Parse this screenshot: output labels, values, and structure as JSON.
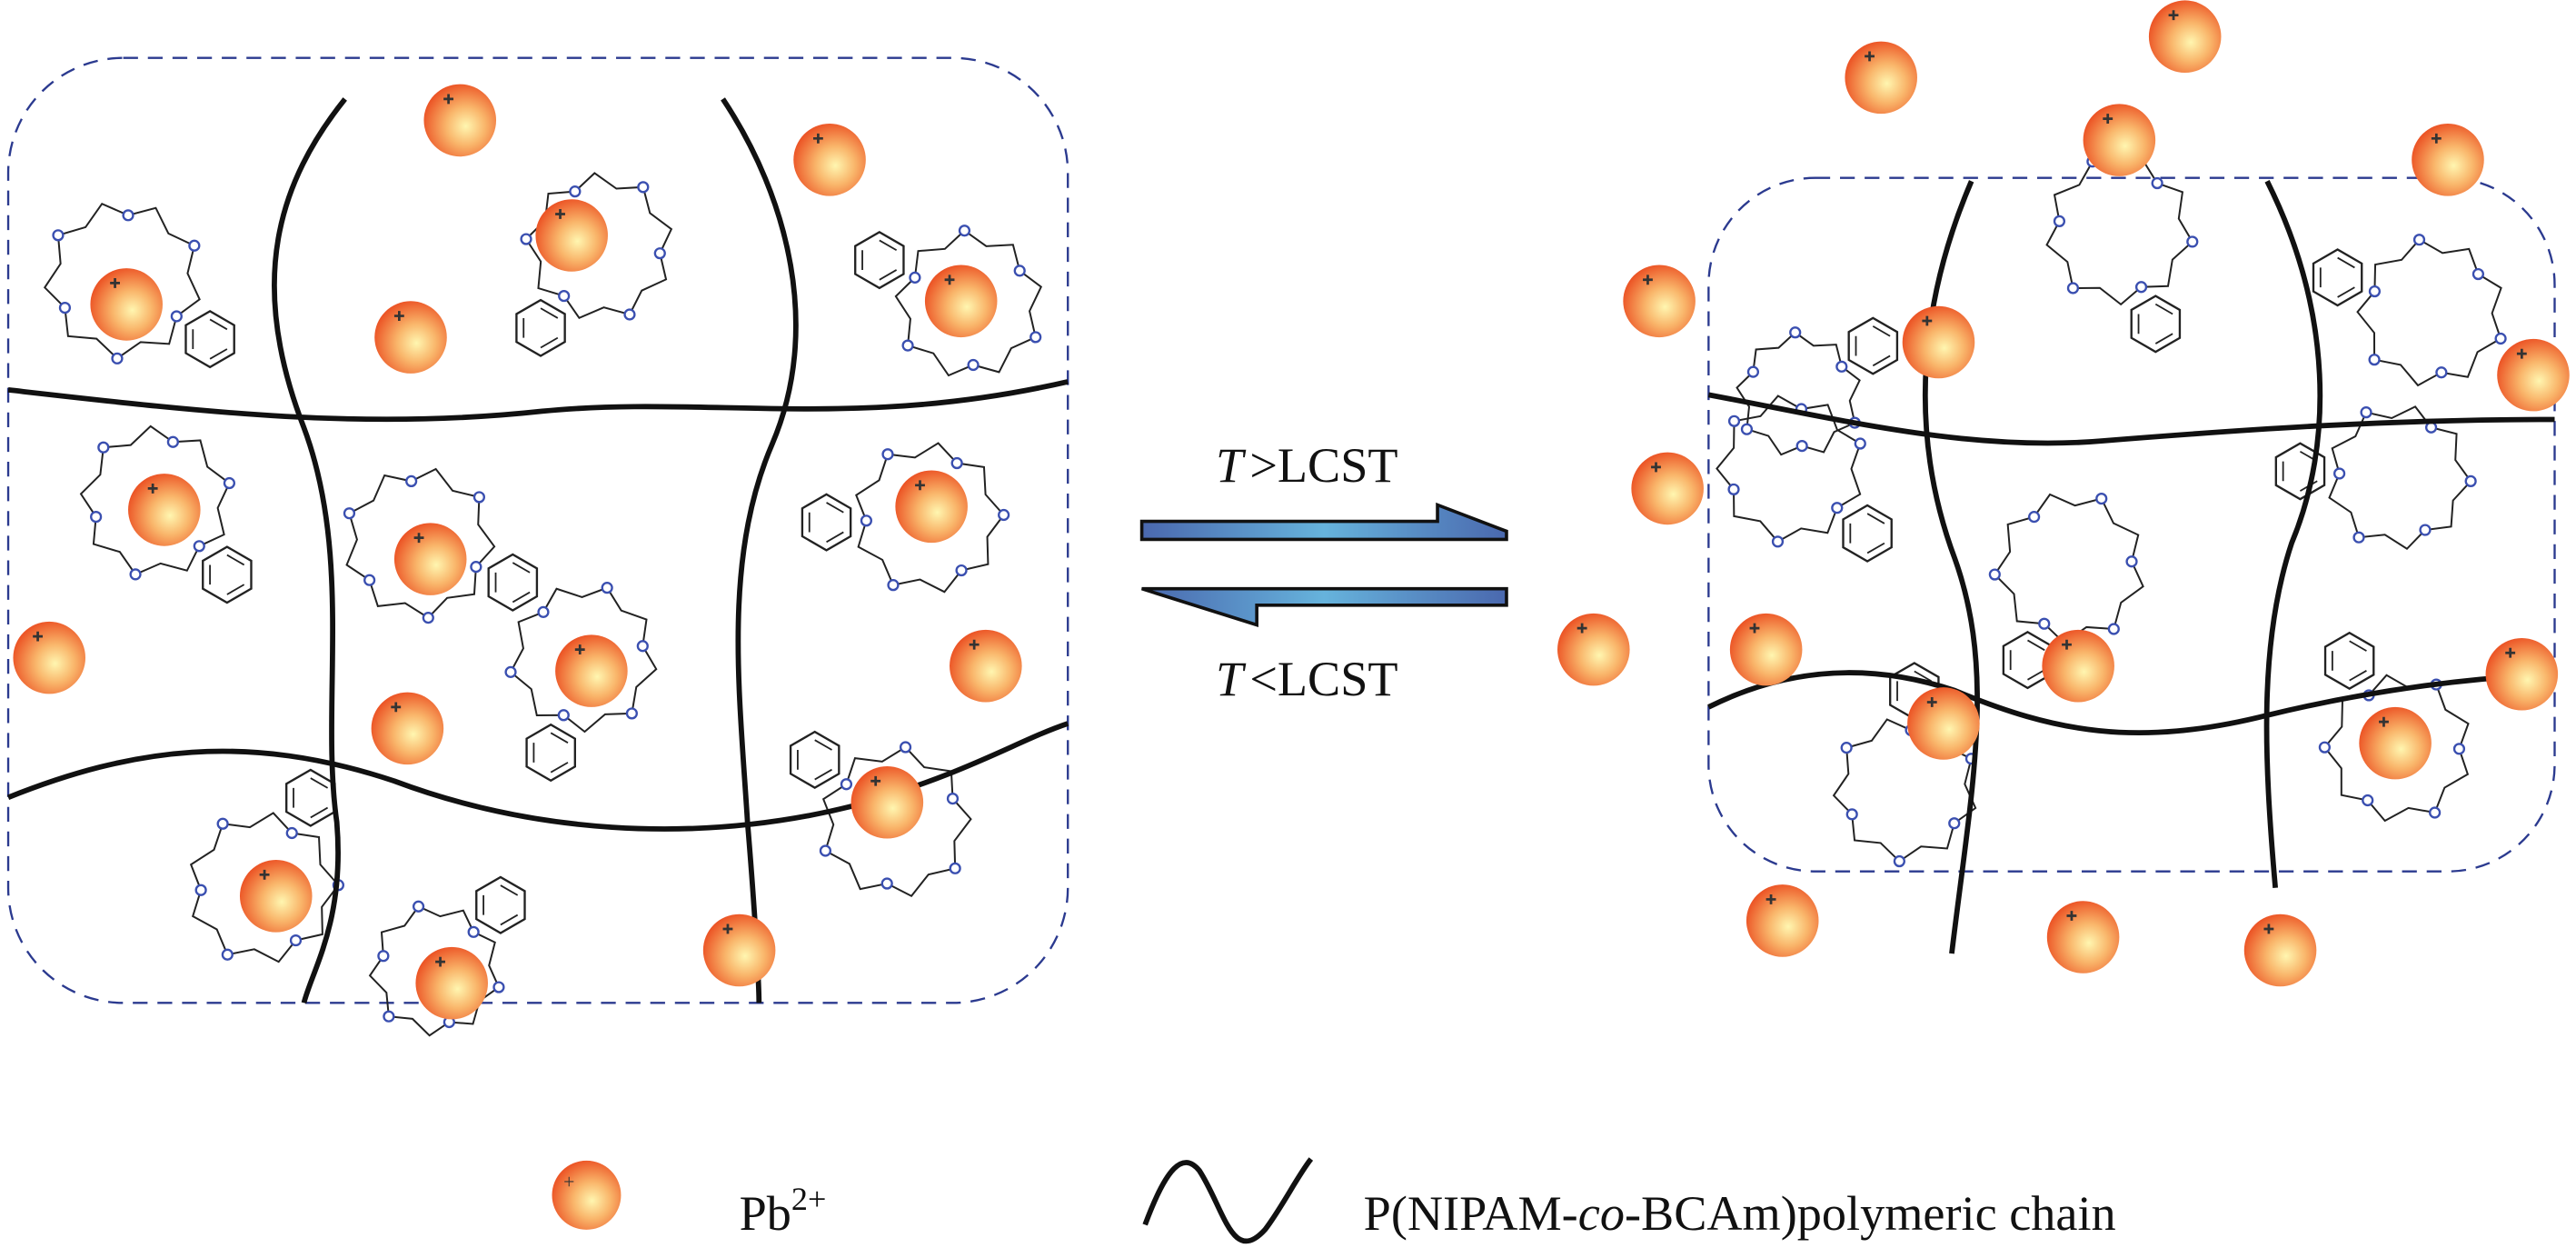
{
  "arrows": {
    "forward": {
      "variable": "T",
      "relation": ">LCST"
    },
    "reverse": {
      "variable": "T",
      "relation": "<LCST"
    }
  },
  "legend": {
    "ion": {
      "base": "Pb",
      "superscript": "2+"
    },
    "chain": {
      "prefix": "P(NIPAM-",
      "italic": "co",
      "suffix": "-BCAm)polymeric chain"
    }
  },
  "colors": {
    "ion_core": "#fff6b0",
    "ion_edge": "#ee5a2a",
    "frame_dash": "#2b3a8f",
    "crown_oxygen": "#3a4fb0",
    "arrow_fill": "#5aa6d8",
    "arrow_edge": "#4a68ae"
  }
}
